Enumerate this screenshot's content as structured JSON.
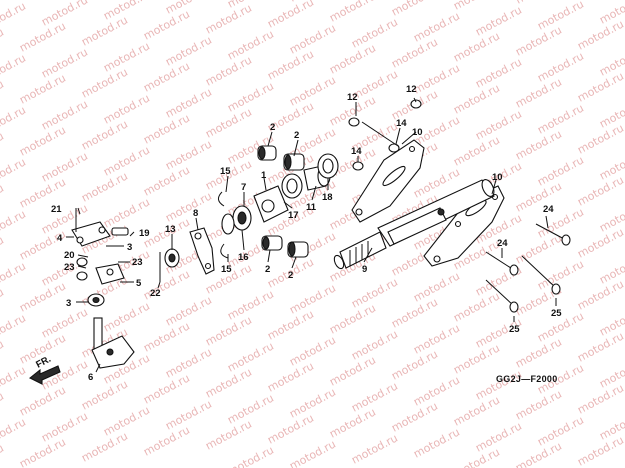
{
  "watermark": "motod.ru",
  "diagram_code": "GG2J—F2000",
  "fr_label": "FR.",
  "callouts": {
    "c1": "1",
    "c2a": "2",
    "c2b": "2",
    "c2c": "2",
    "c2d": "2",
    "c3a": "3",
    "c3b": "3",
    "c4": "4",
    "c5": "5",
    "c6": "6",
    "c7": "7",
    "c8": "8",
    "c9": "9",
    "c10a": "10",
    "c10b": "10",
    "c11": "11",
    "c12a": "12",
    "c12b": "12",
    "c13": "13",
    "c14a": "14",
    "c14b": "14",
    "c15a": "15",
    "c15b": "15",
    "c16": "16",
    "c17": "17",
    "c18": "18",
    "c19": "19",
    "c20": "20",
    "c21": "21",
    "c22": "22",
    "c23a": "23",
    "c23b": "23",
    "c24a": "24",
    "c24b": "24",
    "c25a": "25",
    "c25b": "25"
  }
}
